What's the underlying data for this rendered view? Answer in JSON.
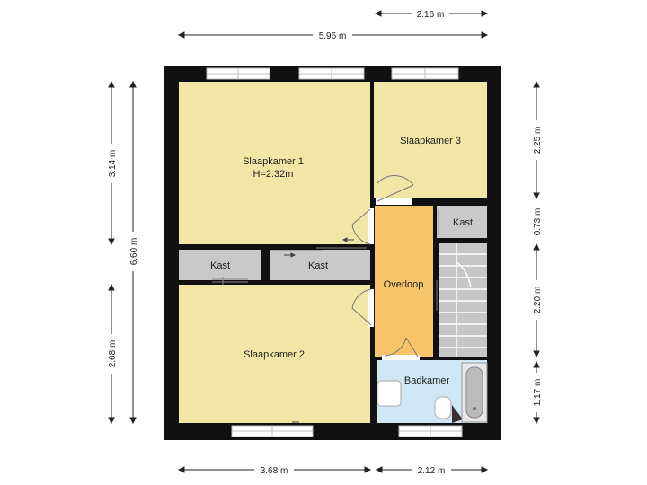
{
  "colors": {
    "bedroom": "#f2e6a6",
    "hallway": "#f8c46a",
    "closet": "#c9c9c9",
    "bathroom": "#cfe6f5",
    "stairs": "#c6c6c6",
    "wall": "#111111",
    "window_frame": "#bdbdbd",
    "dimension_line": "#222222"
  },
  "rooms": {
    "slaapkamer1": {
      "name": "Slaapkamer 1",
      "height": "H=2.32m"
    },
    "slaapkamer2": {
      "name": "Slaapkamer 2"
    },
    "slaapkamer3": {
      "name": "Slaapkamer 3"
    },
    "overloop": {
      "name": "Overloop"
    },
    "badkamer": {
      "name": "Badkamer"
    },
    "kast_left": {
      "name": "Kast"
    },
    "kast_mid": {
      "name": "Kast"
    },
    "kast_right": {
      "name": "Kast"
    }
  },
  "dimensions": {
    "top_right": "2.16 m",
    "top_total": "5.96 m",
    "bottom_left": "3.68 m",
    "bottom_right": "2.12 m",
    "left_upper": "3.14 m",
    "left_total": "6.60 m",
    "left_lower": "2.68 m",
    "right_1": "2.25 m",
    "right_2": "0.73 m",
    "right_3": "2.20 m",
    "right_4": "1.17 m"
  },
  "icons": [
    "door-swing-icon",
    "window-icon",
    "toilet-icon",
    "bathtub-icon",
    "sink-icon",
    "stairs-icon",
    "arrow-icon"
  ]
}
